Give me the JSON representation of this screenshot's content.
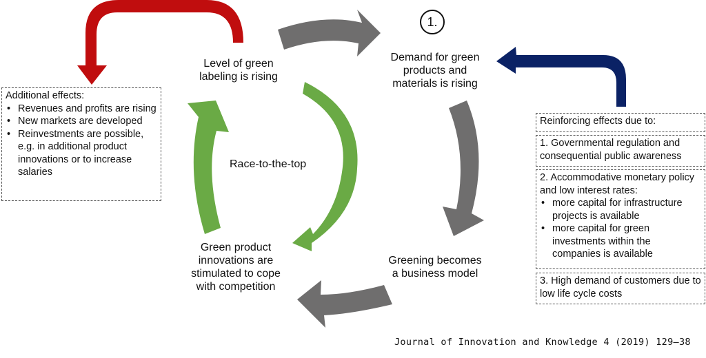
{
  "colors": {
    "cycle_arrow": "#6f6e6e",
    "inner_arrow": "#6aaa45",
    "red_arrow": "#c00d0e",
    "blue_arrow": "#0b2265",
    "text": "#111111",
    "box_border": "#555555"
  },
  "marker": {
    "label": "1."
  },
  "nodes": {
    "demand": [
      "Demand for green",
      "products and",
      "materials is rising"
    ],
    "greening": [
      "Greening becomes",
      "a business model"
    ],
    "innovations": [
      "Green product",
      "innovations are",
      "stimulated to cope",
      "with competition"
    ],
    "labeling": [
      "Level of green",
      "labeling is rising"
    ]
  },
  "center_label": "Race-to-the-top",
  "additional_effects": {
    "title": "Additional effects:",
    "items": [
      "Revenues and profits are rising",
      "New markets are developed",
      "Reinvestments are possible, e.g. in additional product innovations or to increase salaries"
    ]
  },
  "reinforcing": {
    "title": "Reinforcing effects due to:",
    "item1": "1. Governmental regulation and consequential public awareness",
    "item2": {
      "title": "2. Accommodative monetary policy and low interest rates:",
      "bullets": [
        "more capital for infrastructure projects is available",
        "more capital for green investments within the companies is available"
      ]
    },
    "item3": "3. High demand of customers due to low life cycle costs"
  },
  "arrows": [
    {
      "name": "arrow-labeling-to-demand",
      "icon": "curved-arrow-right"
    },
    {
      "name": "arrow-demand-to-greening",
      "icon": "curved-arrow-down"
    },
    {
      "name": "arrow-greening-to-innovations",
      "icon": "curved-arrow-left"
    },
    {
      "name": "arrow-innovations-to-labeling",
      "icon": "curved-arrow-up"
    },
    {
      "name": "arrow-race-inner",
      "icon": "curved-arrow-down-left"
    },
    {
      "name": "arrow-additional-effects",
      "icon": "bent-arrow-down"
    },
    {
      "name": "arrow-reinforcing",
      "icon": "bent-arrow-left"
    }
  ],
  "citation": "Journal of Innovation and Knowledge 4 (2019) 129–38"
}
